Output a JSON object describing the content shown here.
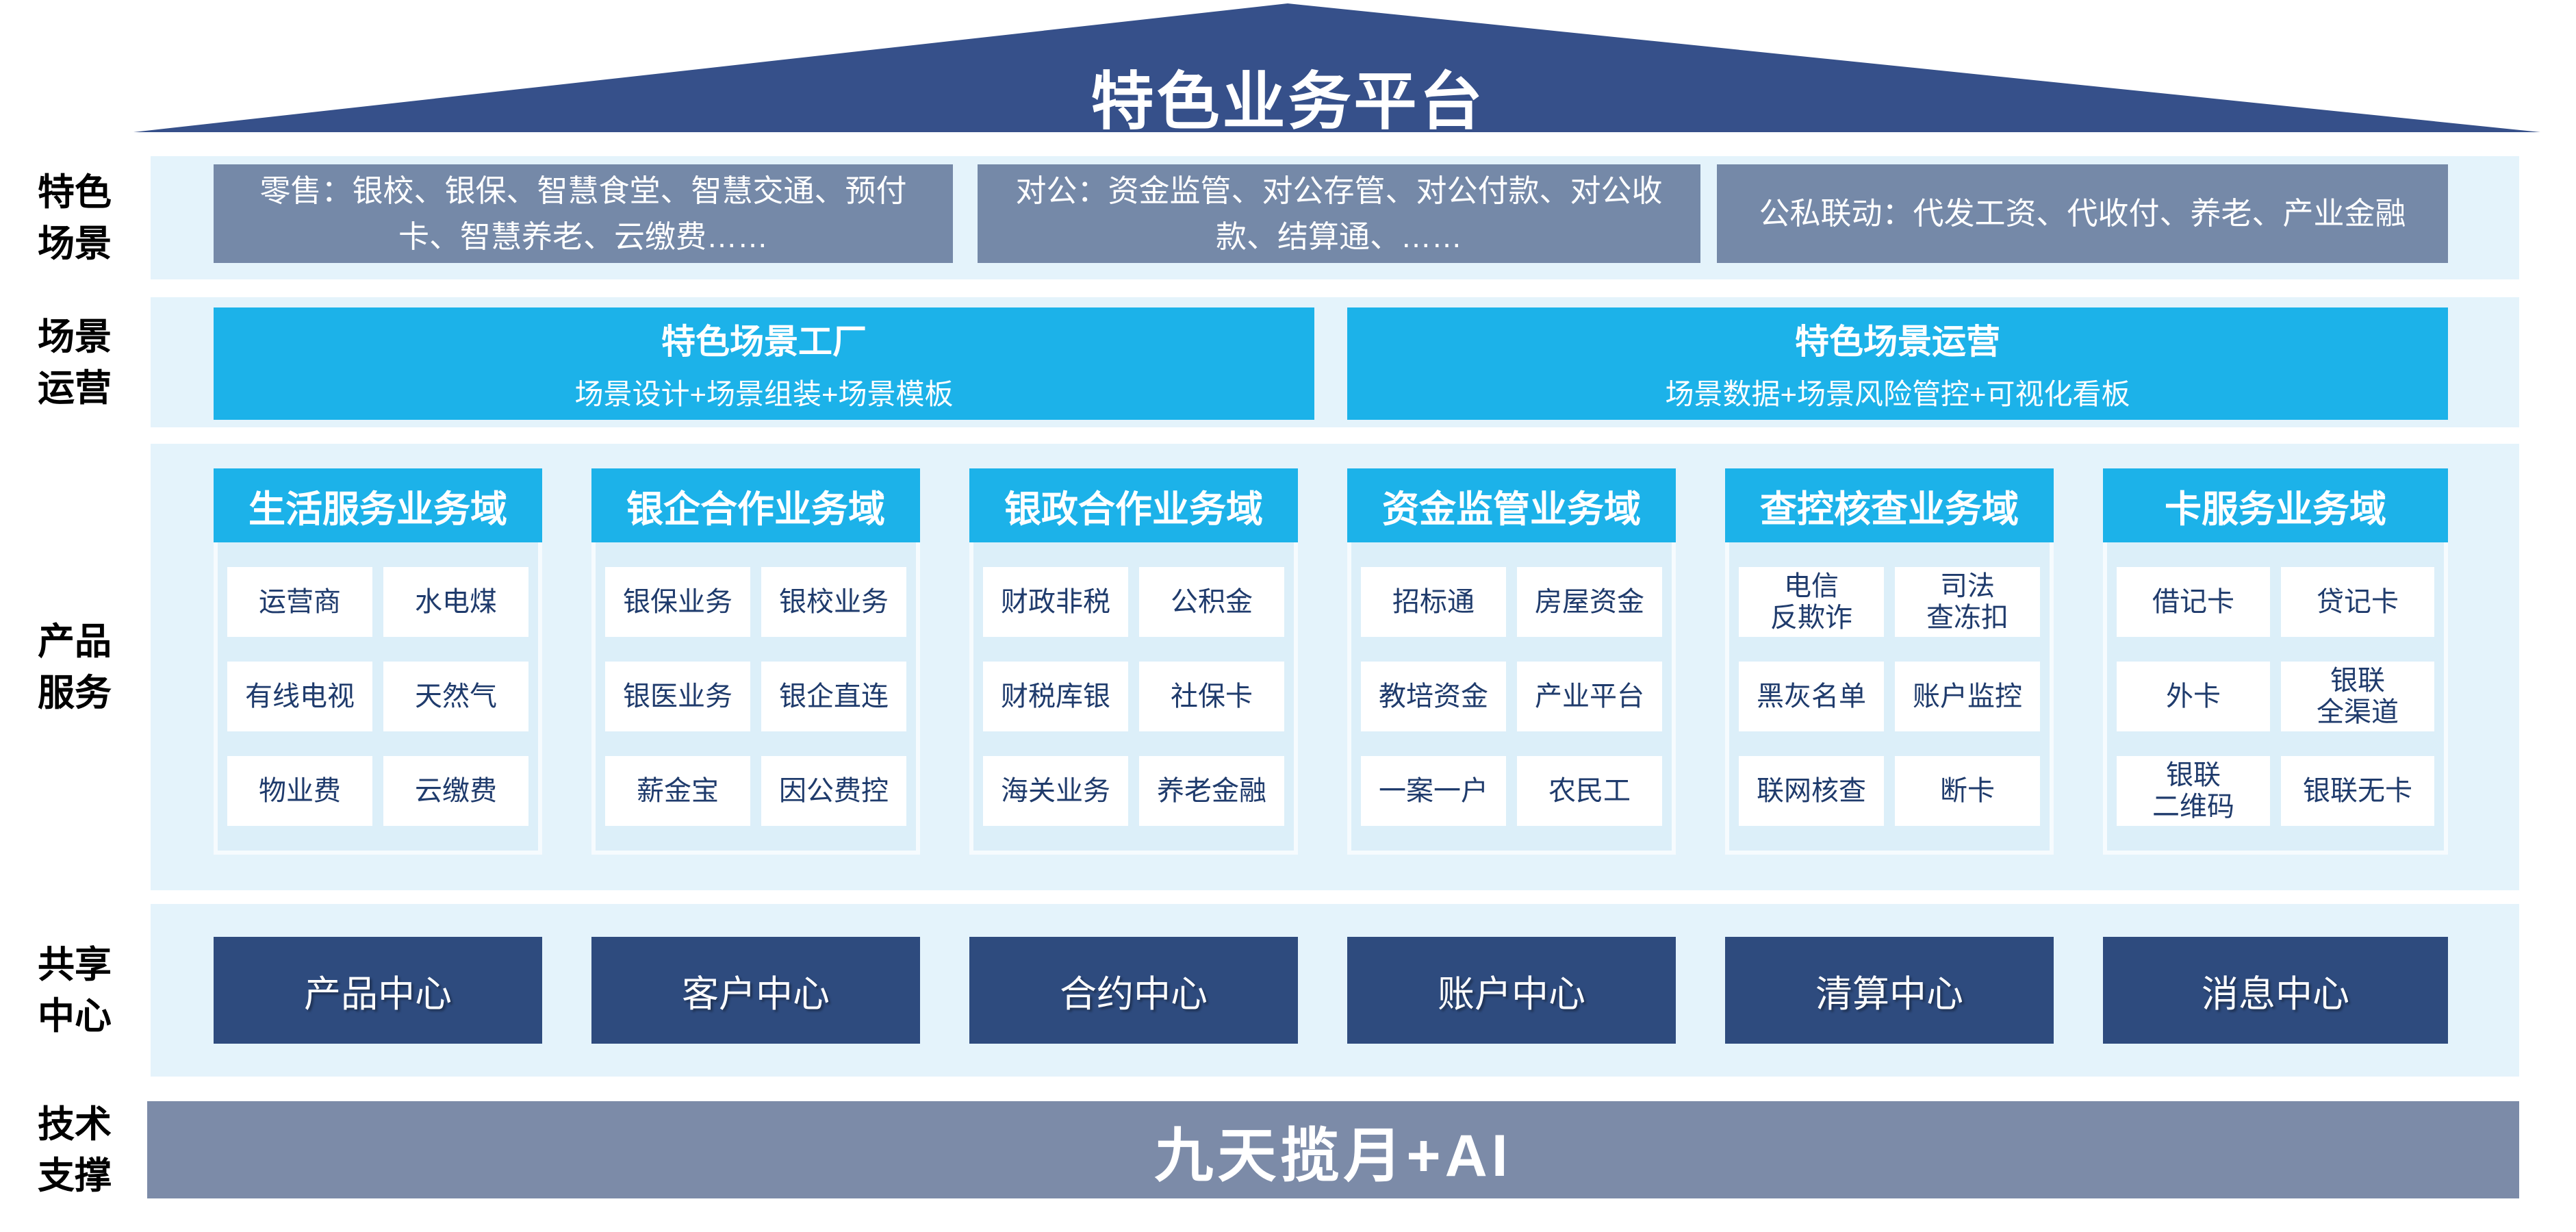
{
  "colors": {
    "roof": "#36508a",
    "slate": "#7589a8",
    "band": "#e4f3fb",
    "cyan": "#1cb2e9",
    "colbody": "#dceff9",
    "navy": "#2e4b7e",
    "bar": "#7c8ba8",
    "itemtext": "#1f3b6c"
  },
  "roof": {
    "title": "特色业务平台"
  },
  "rail": {
    "labels": [
      "特色\n场景",
      "场景\n运营",
      "产品\n服务",
      "共享\n中心",
      "技术\n支撑"
    ]
  },
  "scenes": {
    "boxes": [
      "零售：银校、银保、智慧食堂、智慧交通、预付卡、智慧养老、云缴费……",
      "对公：资金监管、对公存管、对公付款、对公收款、结算通、……",
      "公私联动：代发工资、代收付、养老、产业金融"
    ]
  },
  "operation": {
    "cards": [
      {
        "title": "特色场景工厂",
        "subtitle": "场景设计+场景组装+场景模板"
      },
      {
        "title": "特色场景运营",
        "subtitle": "场景数据+场景风险管控+可视化看板"
      }
    ]
  },
  "products": {
    "columns": [
      {
        "header": "生活服务业务域",
        "items": [
          "运营商",
          "水电煤",
          "有线电视",
          "天然气",
          "物业费",
          "云缴费"
        ]
      },
      {
        "header": "银企合作业务域",
        "items": [
          "银保业务",
          "银校业务",
          "银医业务",
          "银企直连",
          "薪金宝",
          "因公费控"
        ]
      },
      {
        "header": "银政合作业务域",
        "items": [
          "财政非税",
          "公积金",
          "财税库银",
          "社保卡",
          "海关业务",
          "养老金融"
        ]
      },
      {
        "header": "资金监管业务域",
        "items": [
          "招标通",
          "房屋资金",
          "教培资金",
          "产业平台",
          "一案一户",
          "农民工"
        ]
      },
      {
        "header": "查控核查业务域",
        "items": [
          "电信\n反欺诈",
          "司法\n查冻扣",
          "黑灰名单",
          "账户监控",
          "联网核查",
          "断卡"
        ]
      },
      {
        "header": "卡服务业务域",
        "items": [
          "借记卡",
          "贷记卡",
          "外卡",
          "银联\n全渠道",
          "银联\n二维码",
          "银联无卡"
        ]
      }
    ]
  },
  "centers": {
    "boxes": [
      "产品中心",
      "客户中心",
      "合约中心",
      "账户中心",
      "清算中心",
      "消息中心"
    ]
  },
  "tech": {
    "bar": "九天揽月+AI"
  }
}
